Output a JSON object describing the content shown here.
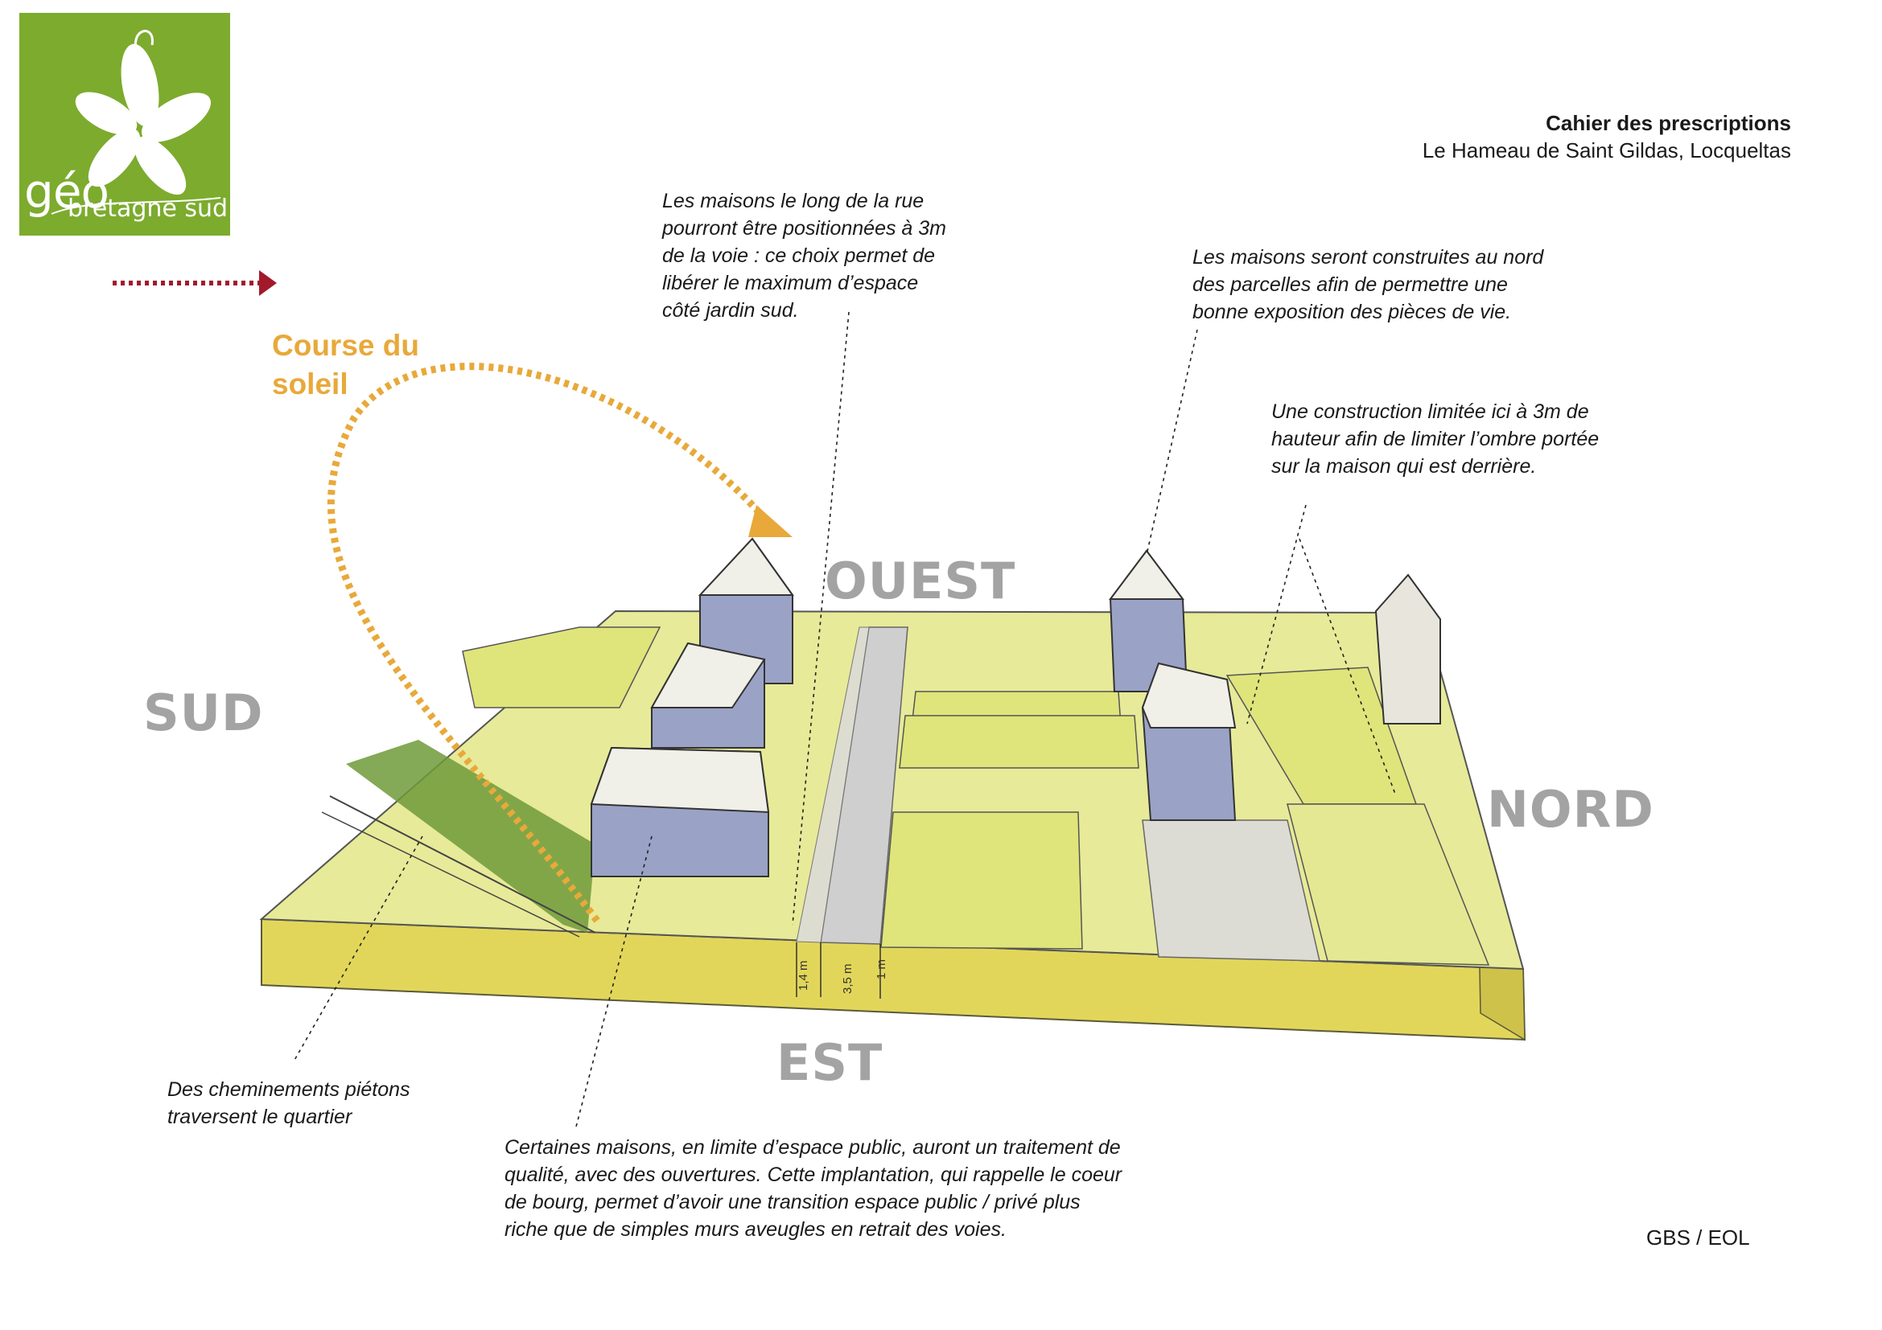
{
  "logo": {
    "primary": "géo",
    "secondary": "bretagne sud",
    "background_color": "#7cab2e"
  },
  "header": {
    "title": "Cahier des prescriptions",
    "subtitle": "Le Hameau de Saint Gildas, Locqueltas"
  },
  "sun_path": {
    "label": "Course du\nsoleil",
    "color": "#e8a93a"
  },
  "compass": {
    "south": "SUD",
    "west": "OUEST",
    "north": "NORD",
    "east": "EST"
  },
  "measurements": {
    "sidewalk": "1,4 m",
    "road": "3,5 m",
    "margin": "1 m"
  },
  "annotations": {
    "street_setback": "Les maisons le long de la rue\npourront être positionnées à 3m\nde la voie : ce choix permet de\nlibérer le maximum d’espace\ncôté jardin sud.",
    "north_placement": "Les maisons seront construites au nord\ndes parcelles afin de permettre une\nbonne exposition des pièces de vie.",
    "height_limit": "Une construction limitée ici à 3m de\nhauteur afin de limiter l’ombre portée\nsur la maison qui est derrière.",
    "footpaths": "Des cheminements piétons\ntraversent le quartier",
    "public_edge": "Certaines maisons, en limite d’espace public, auront un traitement de\nqualité, avec des ouvertures. Cette implantation, qui rappelle le coeur\nde bourg, permet d’avoir une transition espace public / privé plus\nriche que de simples murs aveugles en retrait des voies."
  },
  "credit": "GBS / EOL",
  "colors": {
    "lawn": "#dfe57a",
    "base_front": "#e2d65a",
    "house_wall": "#9aa2c6",
    "roof": "#f0efe8",
    "road": "#cfcfcf",
    "direction_arrow": "#a3192c"
  }
}
